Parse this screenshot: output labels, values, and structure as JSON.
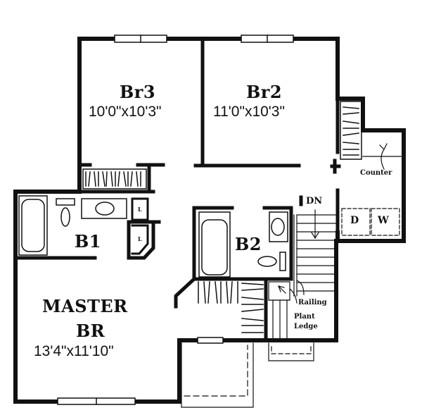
{
  "plan": {
    "colors": {
      "wall": "#111111",
      "background": "#ffffff"
    },
    "rooms": [
      {
        "id": "br3",
        "name": "Br3",
        "dimensions": "10'0\"x10'3\""
      },
      {
        "id": "br2",
        "name": "Br2",
        "dimensions": "11'0\"x10'3\""
      },
      {
        "id": "master",
        "name_line1": "MASTER",
        "name_line2": "BR",
        "dimensions": "13'4\"x11'10\""
      },
      {
        "id": "b1",
        "name": "B1"
      },
      {
        "id": "b2",
        "name": "B2"
      }
    ],
    "labels": {
      "stairs": "DN",
      "counter": "Counter",
      "dryer": "D",
      "washer": "W",
      "linen_1": "L",
      "linen_2": "L",
      "railing": "Railing",
      "plant_ledge_line1": "Plant",
      "plant_ledge_line2": "Ledge"
    },
    "icons": [
      "window-icon",
      "bathtub-icon",
      "toilet-icon",
      "sink-icon",
      "closet-icon",
      "stairs-icon",
      "door-swing-icon"
    ]
  }
}
